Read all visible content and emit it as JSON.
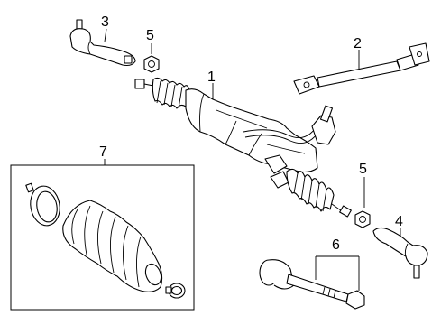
{
  "callouts": {
    "c1": "1",
    "c2": "2",
    "c3": "3",
    "c4": "4",
    "c5a": "5",
    "c5b": "5",
    "c6": "6",
    "c7": "7"
  },
  "parts": [
    {
      "id": "steering-gear",
      "callout": "1"
    },
    {
      "id": "intermediate-shaft",
      "callout": "2"
    },
    {
      "id": "outer-tie-rod-left",
      "callout": "3"
    },
    {
      "id": "outer-tie-rod-right",
      "callout": "4"
    },
    {
      "id": "jam-nut",
      "callout": "5"
    },
    {
      "id": "inner-tie-rod",
      "callout": "6"
    },
    {
      "id": "boot-kit",
      "callout": "7"
    }
  ],
  "colors": {
    "line": "#000000",
    "background": "#ffffff"
  }
}
